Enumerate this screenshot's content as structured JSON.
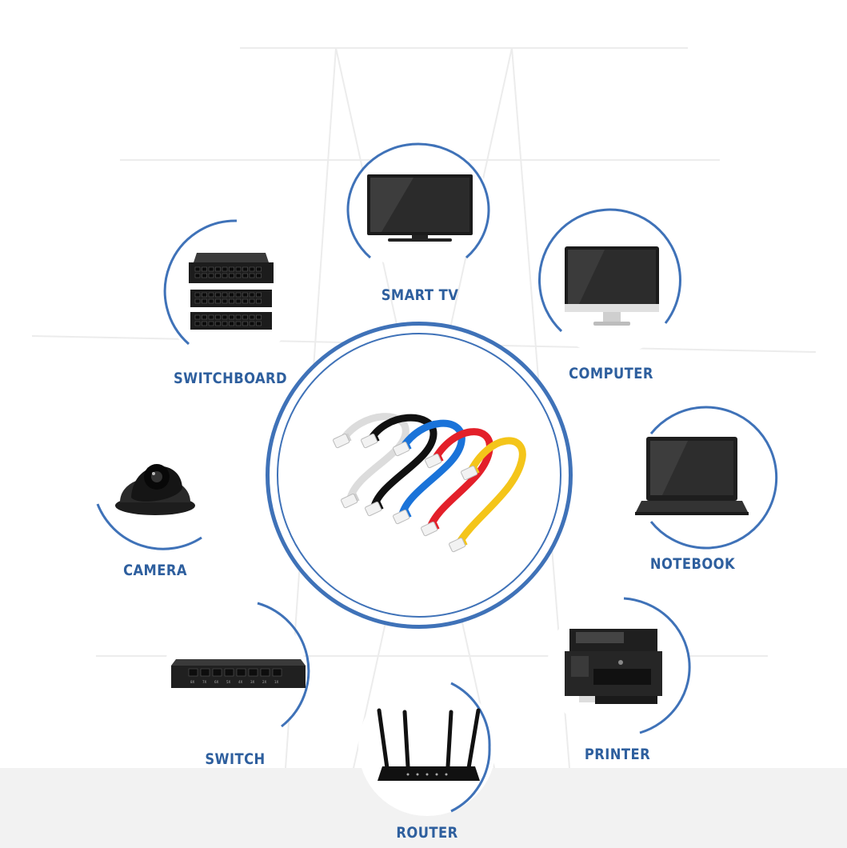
{
  "accent_color": "#3f72b8",
  "label_color": "#2e5f9e",
  "center": {
    "icon": "ethernet-cables-icon",
    "cable_colors": [
      "#e9e9e9",
      "#111111",
      "#1a73d9",
      "#e3202a",
      "#f4c51a"
    ]
  },
  "devices": [
    {
      "id": "smart-tv",
      "label": "SMART TV",
      "icon": "smart-tv-icon"
    },
    {
      "id": "computer",
      "label": "COMPUTER",
      "icon": "computer-monitor-icon"
    },
    {
      "id": "notebook",
      "label": "NOTEBOOK",
      "icon": "notebook-laptop-icon"
    },
    {
      "id": "printer",
      "label": "PRINTER",
      "icon": "printer-icon"
    },
    {
      "id": "router",
      "label": "ROUTER",
      "icon": "router-icon"
    },
    {
      "id": "switch",
      "label": "SWITCH",
      "icon": "network-switch-icon"
    },
    {
      "id": "camera",
      "label": "CAMERA",
      "icon": "dome-camera-icon"
    },
    {
      "id": "switchboard",
      "label": "SWITCHBOARD",
      "icon": "switchboard-rack-icon"
    }
  ],
  "switch_port_labels": [
    "8X",
    "7X",
    "6X",
    "5X",
    "4X",
    "3X",
    "2X",
    "1X"
  ]
}
